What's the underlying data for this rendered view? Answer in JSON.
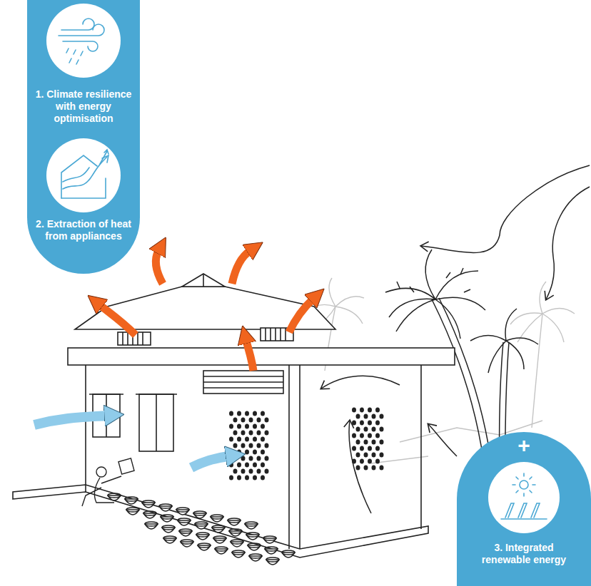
{
  "diagram": {
    "nodes": [
      {
        "text": [
          "1. Climate resilience with energy optimisation"
        ]
      },
      {
        "text": [
          "2. Extraction of heat from appliances"
        ]
      },
      {
        "text": [
          "+",
          "3. Integrated renewable energy"
        ]
      }
    ]
  }
}
